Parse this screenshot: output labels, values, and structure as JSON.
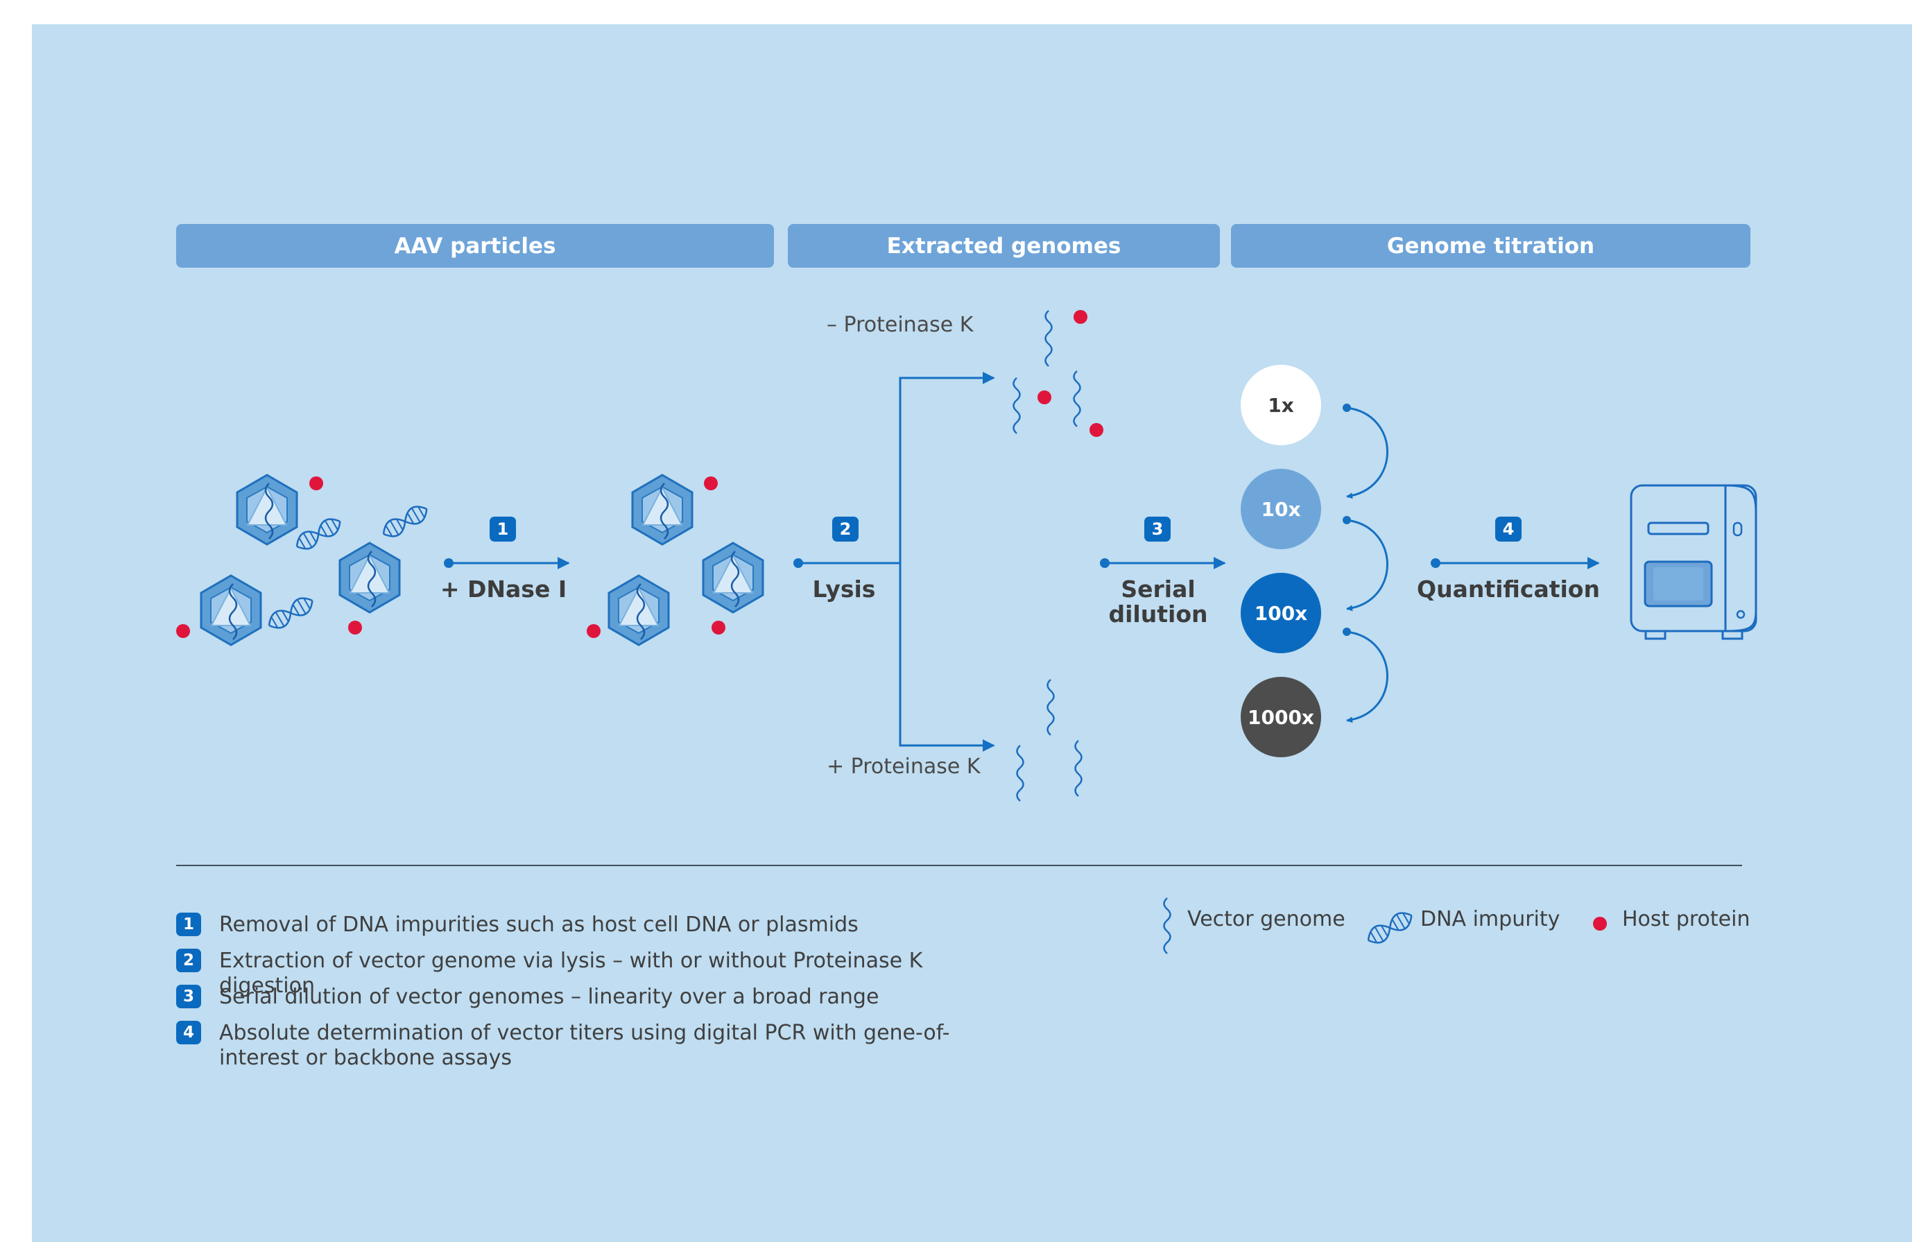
{
  "headers": {
    "aav_particles": "AAV particles",
    "extracted_genomes": "Extracted genomes",
    "genome_titration": "Genome titration"
  },
  "branches": {
    "minus_label": "– Proteinase K",
    "plus_label": "+ Proteinase K"
  },
  "steps": [
    {
      "number": "1",
      "label": "+ DNase I"
    },
    {
      "number": "2",
      "label": "Lysis"
    },
    {
      "number": "3",
      "label": "Serial dilution"
    },
    {
      "number": "4",
      "label": "Quantification"
    }
  ],
  "dilutions": [
    "1x",
    "10x",
    "100x",
    "1000x"
  ],
  "notes": [
    {
      "number": "1",
      "text": "Removal of DNA impurities such as host cell DNA or plasmids"
    },
    {
      "number": "2",
      "text": "Extraction of vector genome via lysis – with or without Proteinase K digestion"
    },
    {
      "number": "3",
      "text": "Serial dilution of vector genomes – linearity over a broad range"
    },
    {
      "number": "4",
      "text": "Absolute determination of vector titers using digital PCR with gene-of-interest or backbone assays"
    }
  ],
  "legend": {
    "vector_genome": "Vector genome",
    "dna_impurity": "DNA impurity",
    "host_protein": "Host protein"
  },
  "colors": {
    "panel": "#c0ddf1",
    "header": "#6ea4d8",
    "accent_blue": "#0a6abf",
    "host_protein_red": "#e0153b",
    "dilution_1x": "#ffffff",
    "dilution_10x": "#6fa6da",
    "dilution_100x": "#0a6abf",
    "dilution_1000x": "#4d4d4d"
  },
  "icons": [
    "aav-capsid-icon",
    "vector-genome-icon",
    "dna-impurity-icon",
    "host-protein-icon",
    "dpcr-instrument-icon"
  ]
}
